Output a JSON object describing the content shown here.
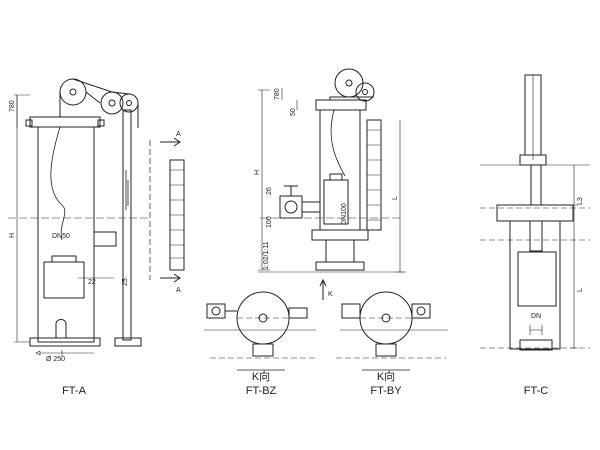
{
  "figures": {
    "ft_a": {
      "caption": "FT-A",
      "dims": {
        "d780": "780",
        "H": "H",
        "DN50": "DN50",
        "d22": "22",
        "d25": "25",
        "phi250": "Ø 250",
        "A1": "A",
        "A2": "A"
      }
    },
    "ft_center": {
      "dims": {
        "d780": "780",
        "d50": "50",
        "H": "H",
        "d26": "26",
        "d100": "100",
        "DN100": "DN100",
        "L": "L",
        "rev": "1:02/1:11",
        "K": "K"
      }
    },
    "ft_bz": {
      "view": "K向",
      "caption": "FT-BZ"
    },
    "ft_by": {
      "view": "K向",
      "caption": "FT-BY"
    },
    "ft_c": {
      "caption": "FT-C",
      "dims": {
        "L3": "L3",
        "L": "L",
        "DN": "DN"
      }
    }
  }
}
